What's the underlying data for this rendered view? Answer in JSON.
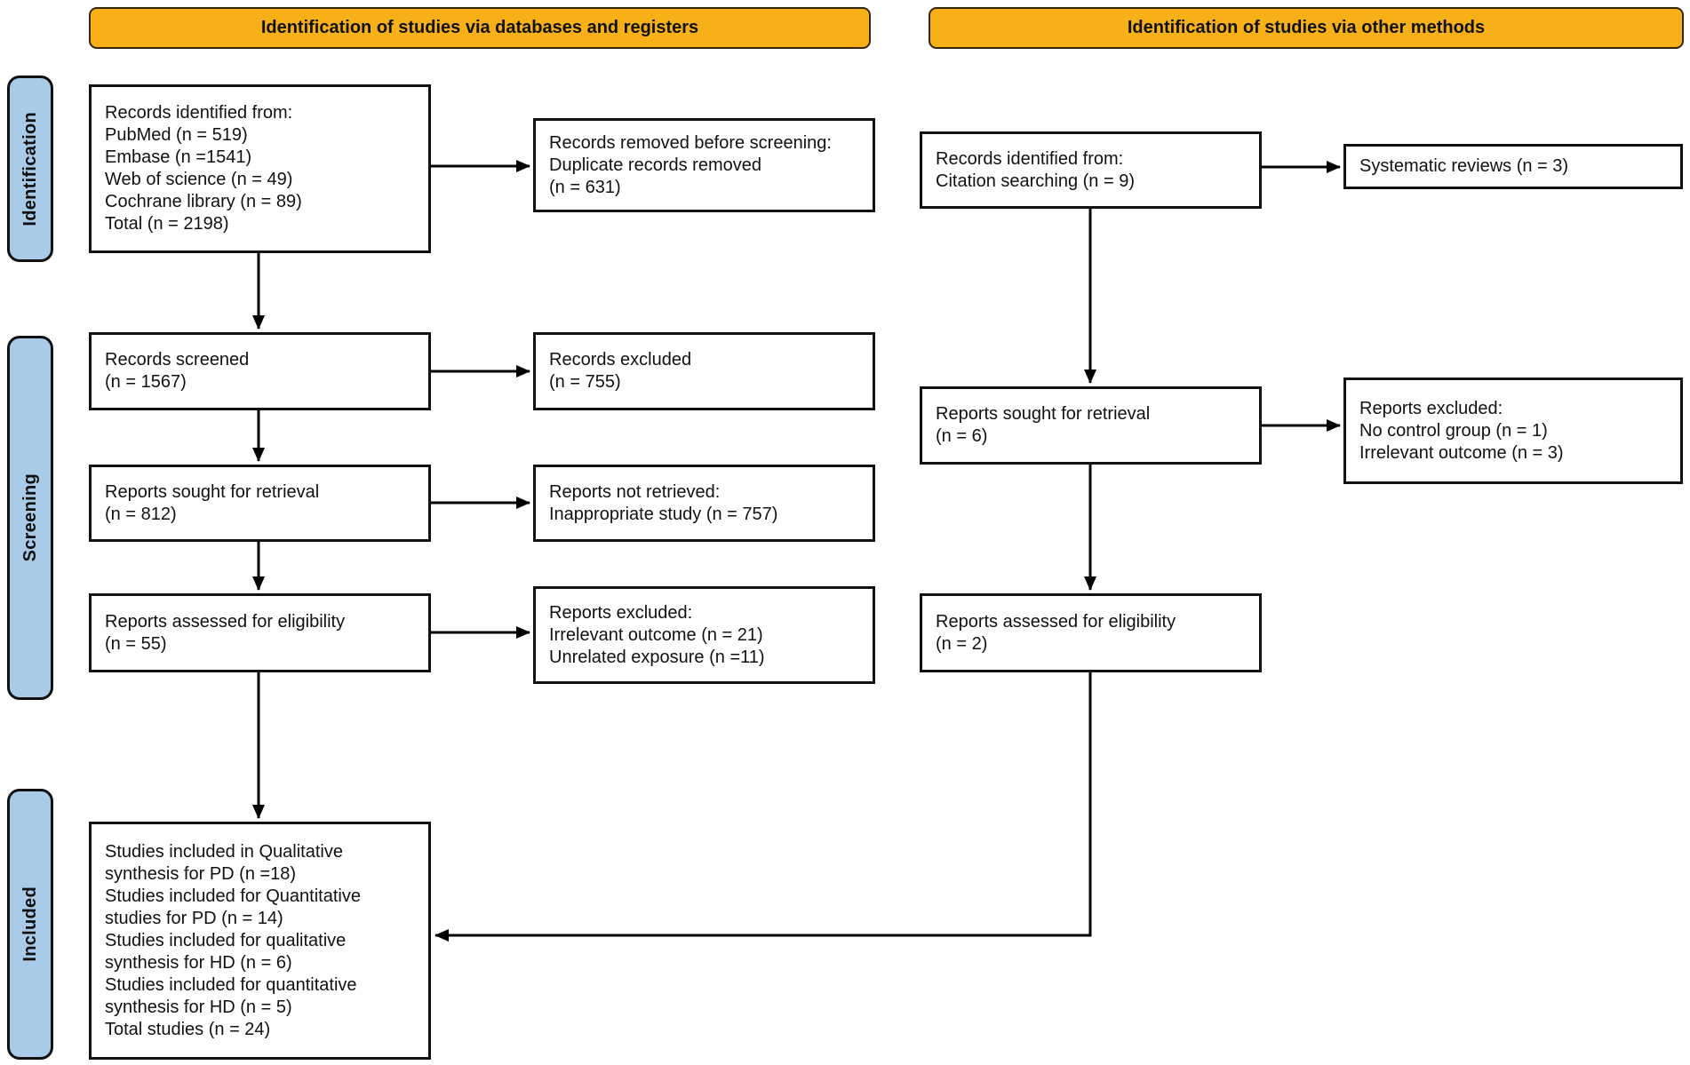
{
  "colors": {
    "banner_fill": "#F8B018",
    "stage_fill": "#A9CBE8",
    "box_fill": "#FFFFFF",
    "line": "#000000"
  },
  "banners": {
    "databases": "Identification of studies via databases and registers",
    "other": "Identification of studies via other methods"
  },
  "stages": {
    "identification": "Identification",
    "screening": "Screening",
    "included": "Included"
  },
  "boxes": {
    "records_identified": "Records identified from:\nPubMed (n = 519)\nEmbase (n =1541)\nWeb of science (n = 49)\nCochrane library (n = 89)\nTotal (n = 2198)",
    "records_removed": "Records removed before screening:\nDuplicate records removed\n(n = 631)",
    "records_screened": "Records screened\n(n = 1567)",
    "records_excluded": "Records excluded\n(n = 755)",
    "reports_sought_db": "Reports sought for retrieval\n(n = 812)",
    "reports_not_retrieved": "Reports not retrieved:\nInappropriate study (n = 757)",
    "reports_assessed_db": "Reports assessed for eligibility\n(n = 55)",
    "reports_excluded_db": "Reports excluded:\nIrrelevant outcome (n = 21)\nUnrelated exposure (n =11)",
    "studies_included": "Studies included in Qualitative\nsynthesis for PD (n =18)\nStudies included for Quantitative\nstudies for PD (n = 14)\nStudies included for qualitative\nsynthesis for HD (n = 6)\nStudies included for quantitative\nsynthesis for HD (n = 5)\nTotal studies (n = 24)",
    "citation": "Records identified from:\nCitation searching (n = 9)",
    "systematic_reviews": "Systematic reviews (n = 3)",
    "reports_sought_other": "Reports sought for retrieval\n(n = 6)",
    "reports_excluded_other": "Reports excluded:\nNo control group (n = 1)\nIrrelevant outcome (n = 3)",
    "reports_assessed_other": "Reports assessed for eligibility\n(n = 2)"
  }
}
